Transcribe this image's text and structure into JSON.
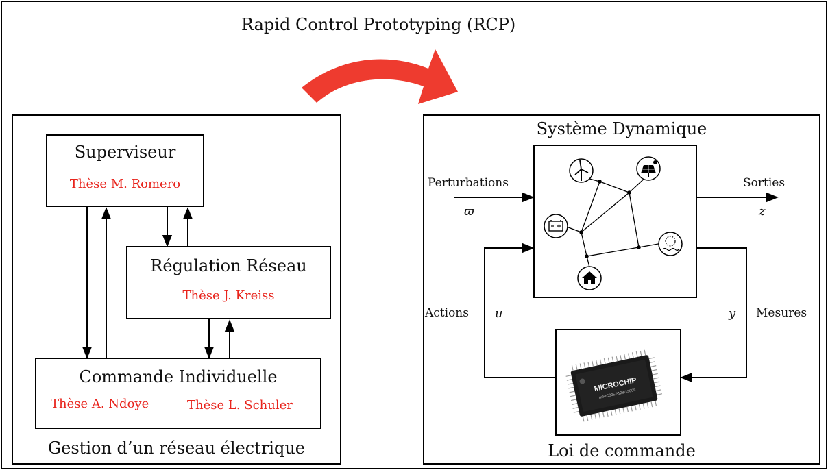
{
  "title": "Rapid Control Prototyping (RCP)",
  "left_panel": {
    "caption": "Gestion d’un réseau électrique",
    "superviseur": {
      "label": "Superviseur",
      "thesis": "Thèse M. Romero"
    },
    "regulation": {
      "label": "Régulation Réseau",
      "thesis": "Thèse J. Kreiss"
    },
    "commande": {
      "label": "Commande Individuelle",
      "thesis_a": "Thèse A. Ndoye",
      "thesis_b": "Thèse L. Schuler"
    }
  },
  "right_panel": {
    "system_title": "Système Dynamique",
    "controller_caption": "Loi de commande",
    "perturbations": "Perturbations",
    "perturbation_symbol": "ϖ",
    "outputs": "Sorties",
    "output_symbol": "z",
    "actions": "Actions",
    "action_symbol": "u",
    "measures": "Mesures",
    "measure_symbol": "y",
    "chip_brand": "MICROCHIP",
    "chip_part": "dsPIC33EP128GS808"
  },
  "icons": [
    "wind-turbine-icon",
    "solar-panel-icon",
    "battery-icon",
    "hydro-turbine-icon",
    "house-icon",
    "microcontroller-chip-icon",
    "curved-arrow-icon"
  ],
  "colors": {
    "accent": "#e8241c",
    "line": "#000000"
  }
}
